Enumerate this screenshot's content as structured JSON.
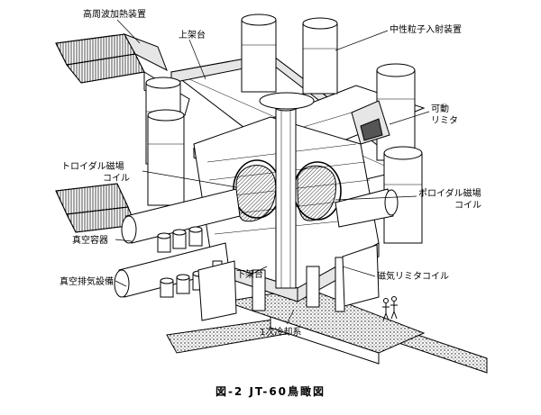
{
  "figure": {
    "caption": "図-2 JT-60鳥瞰図"
  },
  "labels": {
    "nbi": "高周波加熱装置",
    "upper_frame": "上架台",
    "neutral_beam": "中性粒子入射装置",
    "limiter_1": "可動",
    "limiter_2": "リミタ",
    "toroidal_1": "トロイダル磁場",
    "toroidal_2": "コイル",
    "poloidal_1": "ポロイダル磁場",
    "poloidal_2": "コイル",
    "vessel": "真空容器",
    "exhaust": "真空排気設備",
    "lower_frame": "下架台",
    "magnetic_limiter": "磁気リミタコイル",
    "cooling": "1次冷却系"
  }
}
